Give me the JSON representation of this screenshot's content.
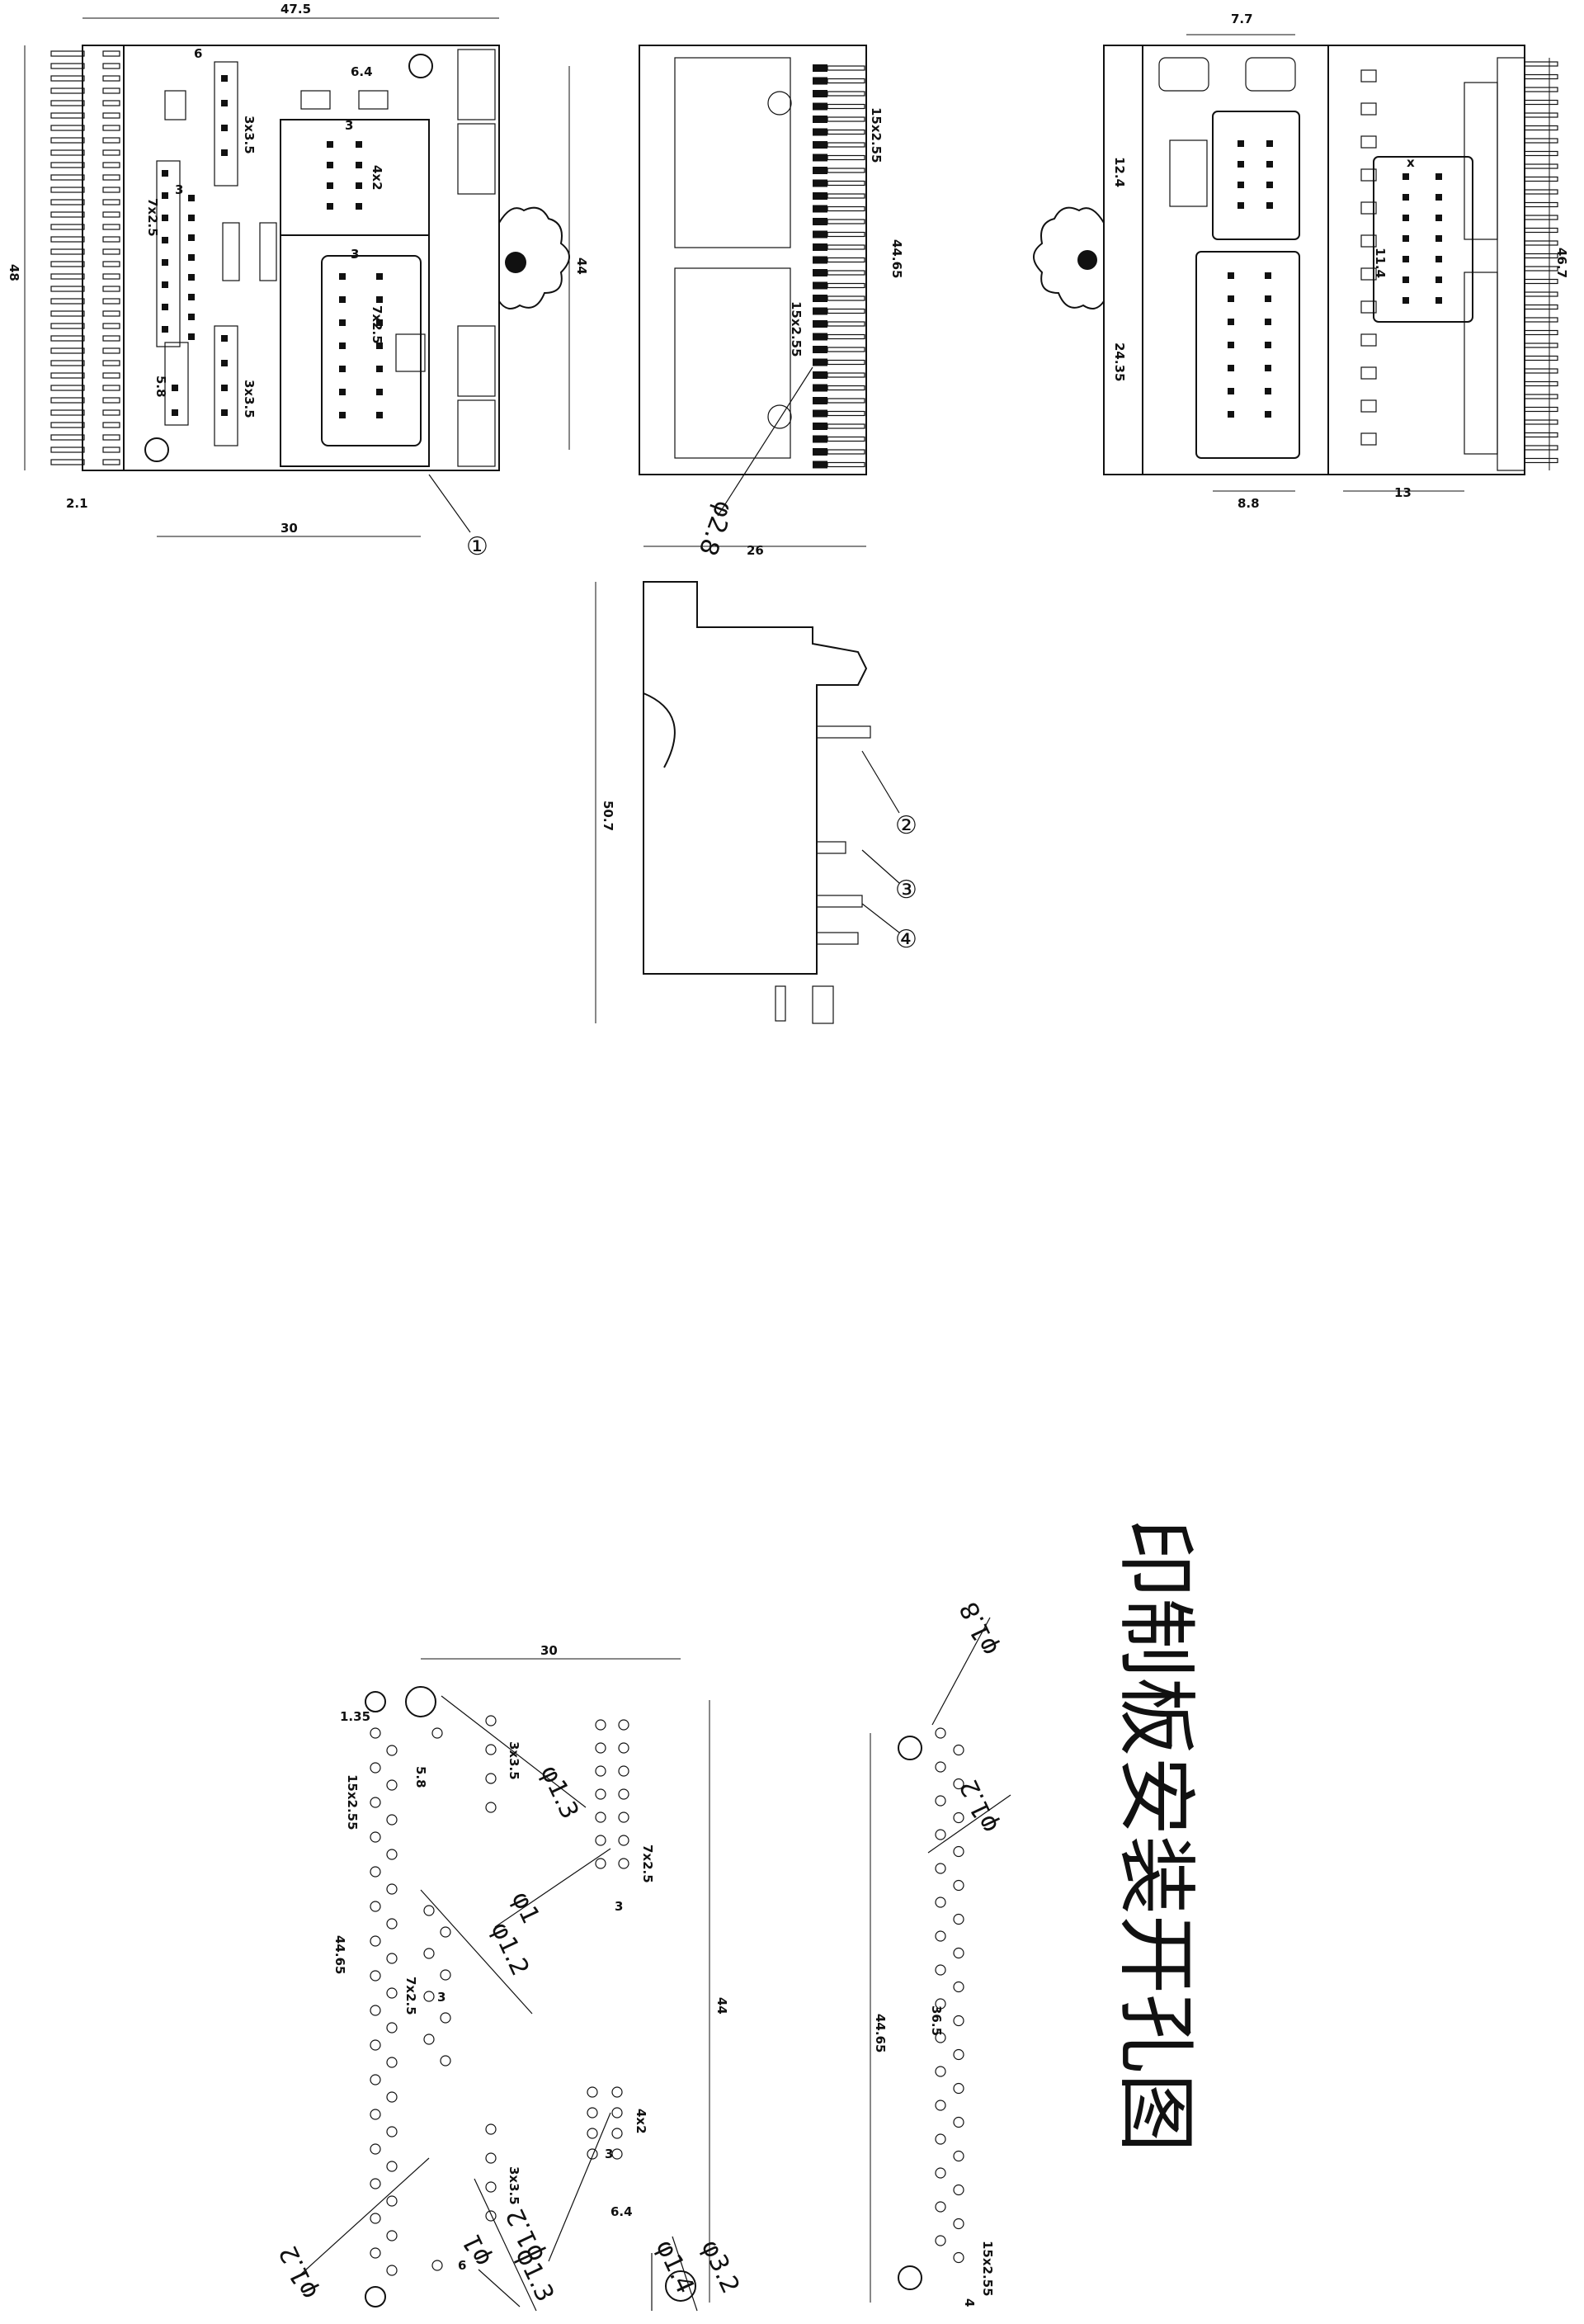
{
  "top_view": {
    "width": "47.5",
    "height": "48",
    "dim_6": "6",
    "dim_6_4": "6.4",
    "pitch_3x3_5_a": "3x3.5",
    "pitch_3x3_5_b": "3x3.5",
    "dim_3_a": "3",
    "dim_3_b": "3",
    "dim_3_c": "3",
    "pitch_7x2_5_a": "7x2.5",
    "pitch_7x2_5_b": "7x2.5",
    "pitch_4x2": "4x2",
    "dim_5_8": "5.8",
    "dim_44": "44",
    "dim_2_1": "2.1",
    "dim_30": "30",
    "callout_1": "①"
  },
  "pin_view": {
    "pitch_top": "15x2.55",
    "pitch_bottom": "15x2.55",
    "span": "44.65",
    "hole_dia": "φ2.8"
  },
  "rear_view": {
    "dim_7_7": "7.7",
    "dim_12_4": "12.4",
    "dim_11_4": "11.4",
    "dim_24_35": "24.35",
    "dim_46_7": "46.7",
    "dim_8_8": "8.8",
    "dim_13": "13",
    "mark_x": "x"
  },
  "side_view": {
    "width": "26",
    "height": "50.7",
    "callout_2": "②",
    "callout_3": "③",
    "callout_4": "④"
  },
  "pcb_layout": {
    "dim_30": "30",
    "dim_44": "44",
    "dim_1_35": "1.35",
    "dim_5_8": "5.8",
    "pitch_15x2_55": "15x2.55",
    "span_44_65": "44.65",
    "pitch_3x3_5_a": "3x3.5",
    "pitch_3x3_5_b": "3x3.5",
    "pitch_7x2_5_a": "7x2.5",
    "pitch_7x2_5_b": "7x2.5",
    "pitch_4x2": "4x2",
    "dim_3_a": "3",
    "dim_3_b": "3",
    "dim_3_c": "3",
    "dim_6": "6",
    "dim_6_4": "6.4",
    "d1_3_top": "φ1.3",
    "d1_mid": "φ1",
    "d1_2_mid": "φ1.2",
    "d1_2_left": "φ1.2",
    "d1_2_low": "φ1.2",
    "d1_bottom": "φ1",
    "d1_3_bottom": "φ1.3",
    "d1_4": "φ1.4",
    "d3_2": "φ3.2"
  },
  "pcb_pin_layout": {
    "d1_8": "φ1.8",
    "d1_2": "φ1.2",
    "span_44_65": "44.65",
    "span_36_5": "36.5",
    "pitch_15x2_55": "15x2.55",
    "dim_4": "4"
  },
  "title": "印制板安装开孔图"
}
